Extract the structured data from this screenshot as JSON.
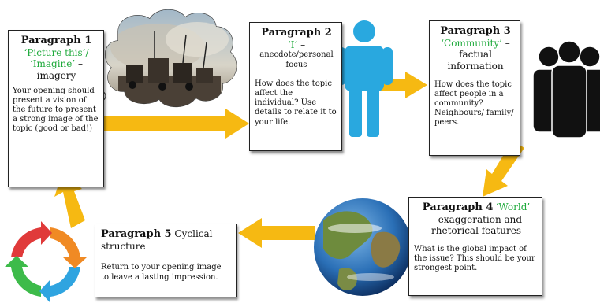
{
  "paragraph1": {
    "title": "Paragraph 1",
    "sub1": "‘Picture this’/",
    "sub2": "‘Imagine’",
    "suffix": " –",
    "tag": "imagery",
    "body": "Your opening should present a vision of the future to present a strong image of the topic (good or bad!)"
  },
  "paragraph2": {
    "title": "Paragraph 2",
    "sub": "‘I’",
    "suffix": " –",
    "tag": "anecdote/personal focus",
    "body": "How does the topic affect the individual? Use details to relate it to your life."
  },
  "paragraph3": {
    "title": "Paragraph 3",
    "sub": "‘Community’",
    "suffix": " –",
    "tag": "factual information",
    "body": "How does the topic affect people in a community? Neighbours/ family/ peers."
  },
  "paragraph4": {
    "title": "Paragraph 4",
    "sub": "‘World’",
    "tag": "– exaggeration and rhetorical features",
    "body": "What is the global impact of the issue? This should be your strongest point."
  },
  "paragraph5": {
    "title": "Paragraph 5",
    "tag": " Cyclical structure",
    "body": "Return to your opening image to leave a lasting impression."
  },
  "colors": {
    "accent_green": "#1faa3c",
    "arrow": "#f6b912",
    "person_blue": "#29a8df",
    "group_black": "#111111"
  },
  "icons": [
    "thought-bubble-icon",
    "person-icon",
    "group-icon",
    "globe-icon",
    "cycle-arrows-icon"
  ]
}
